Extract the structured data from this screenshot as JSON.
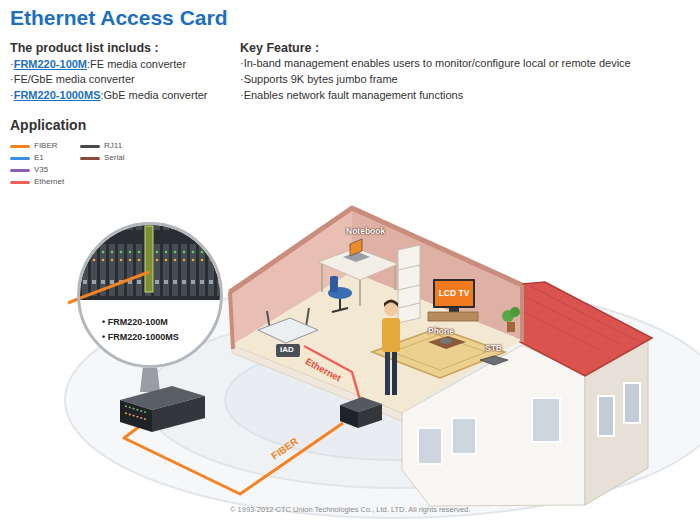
{
  "diagram": {
    "title": "Ethernet Access Card",
    "caption": "© 1993-2012 CTC Union Technologies Co., Ltd. LTD. All rights reserved.",
    "nodes": [
      {
        "text": [
          "• FRM220-100M",
          "• FRM220-1000MS"
        ]
      },
      {
        "text": [
          "LCD TV"
        ]
      }
    ],
    "labels": [
      "The product list includs :",
      "·",
      "FRM220-100M",
      ":FE media converter",
      "·FE/GbE media converter",
      "·",
      "FRM220-1000MS",
      ":GbE media converter",
      "Key Feature :",
      "·In-band management enables users to monitor/configure local or remote device",
      "·Supports 9K bytes jumbo frame",
      "·Enables network fault management functions",
      "Application",
      "Notebook",
      "Phone",
      "STB",
      "IAD",
      "Ethernet",
      "FIBER"
    ],
    "legend": [
      {
        "text": "FIBER",
        "color": "#f58220"
      },
      {
        "text": "E1",
        "color": "#3a8ee6"
      },
      {
        "text": "V35",
        "color": "#8e5bb5"
      },
      {
        "text": "Ethernet",
        "color": "#f0605a"
      },
      {
        "text": "RJ11",
        "color": "#4a4a4a"
      },
      {
        "text": "Serial",
        "color": "#8b4a3c"
      }
    ]
  }
}
